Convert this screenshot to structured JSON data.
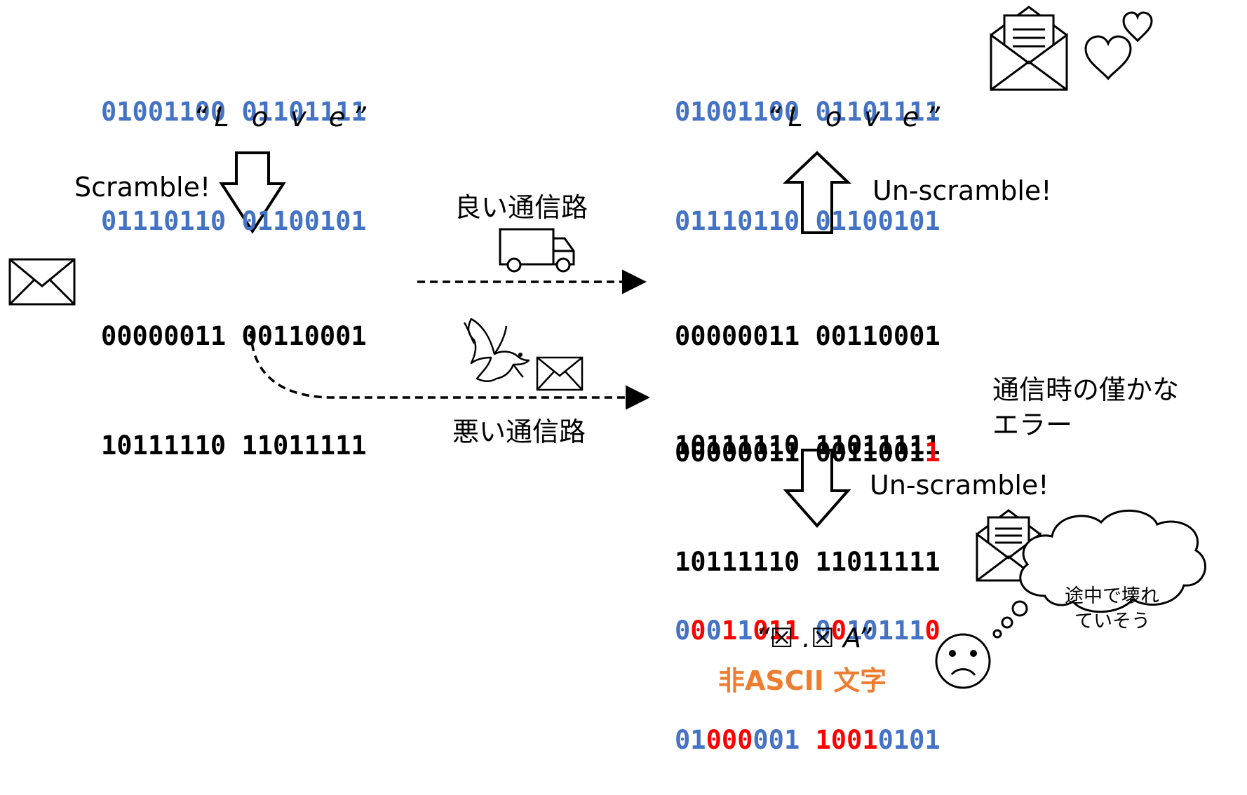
{
  "original": {
    "binary_row1": "01001100 01101111",
    "binary_row2": "01110110 01100101",
    "word": "“L o v e”"
  },
  "scramble_label": "Scramble!",
  "scrambled": {
    "binary_row1": "00000011 00110001",
    "binary_row2": "10111110 11011111"
  },
  "good_channel_label": "良い通信路",
  "bad_channel_label": "悪い通信路",
  "received_good": {
    "binary_row1": "00000011 00110001",
    "binary_row2": "10111110 11011111"
  },
  "unscramble_up_label": "Un-scramble!",
  "decoded_good": {
    "binary_row1": "01001100 01101111",
    "binary_row2": "01110110 01100101",
    "word": "“L o v e”"
  },
  "received_bad": {
    "row1_segments": [
      {
        "text": "00000011 0011001",
        "color": "black"
      },
      {
        "text": "1",
        "color": "red"
      }
    ],
    "binary_row2": "10111110 11011111",
    "error_note_line1": "通信時の僅かな",
    "error_note_line2": "エラー"
  },
  "unscramble_down_label": "Un-scramble!",
  "decoded_bad": {
    "row1_segments": [
      {
        "text": "0",
        "color": "blue"
      },
      {
        "text": "0",
        "color": "red"
      },
      {
        "text": "0",
        "color": "blue"
      },
      {
        "text": "1",
        "color": "red"
      },
      {
        "text": "1",
        "color": "blue"
      },
      {
        "text": "011 ",
        "color": "red"
      },
      {
        "text": "0",
        "color": "blue"
      },
      {
        "text": "0",
        "color": "red"
      },
      {
        "text": "10111",
        "color": "blue"
      },
      {
        "text": "0",
        "color": "red"
      }
    ],
    "row2_segments": [
      {
        "text": "01",
        "color": "blue"
      },
      {
        "text": "000",
        "color": "red"
      },
      {
        "text": "001 ",
        "color": "blue"
      },
      {
        "text": "1001",
        "color": "red"
      },
      {
        "text": "0101",
        "color": "blue"
      }
    ],
    "garbled_text": "“☒ .☒ A”",
    "non_ascii_label": "非ASCII 文字"
  },
  "thought_bubble_line1": "途中で壊れ",
  "thought_bubble_line2": "ていそう",
  "colors": {
    "blue": "#4472c4",
    "red": "#ff0000",
    "orange": "#ed7d31",
    "black": "#000000"
  },
  "icons": [
    "envelope-icon",
    "truck-icon",
    "dove-icon",
    "open-letter-icon",
    "hearts-icon",
    "sad-face-icon",
    "thought-bubble-icon"
  ]
}
